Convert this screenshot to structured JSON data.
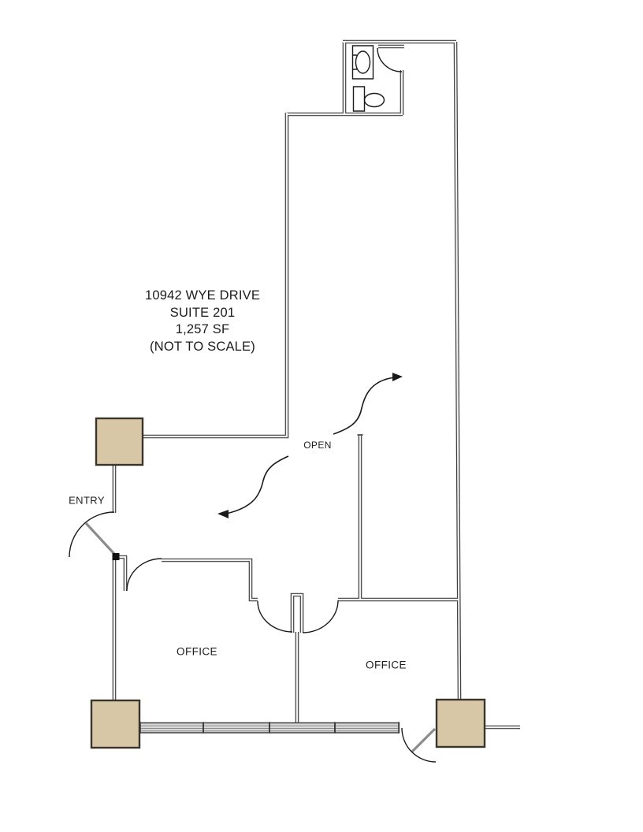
{
  "plan": {
    "title_lines": [
      "10942 WYE DRIVE",
      "SUITE 201",
      "1,257 SF",
      "(NOT TO SCALE)"
    ],
    "labels": {
      "open": "OPEN",
      "entry": "ENTRY",
      "office_left": "OFFICE",
      "office_right": "OFFICE"
    },
    "colors": {
      "background": "#ffffff",
      "wall": "#3f3f3f",
      "wall_core": "#f0f0f0",
      "gray_line": "#8c8c8c",
      "thin_line": "#1a1a1a",
      "column_fill": "#d7c7a7",
      "column_border": "#39352b",
      "band_fill": "#d9d9d9",
      "band_line": "#8a8a8a",
      "text": "#1c1c1c",
      "hinge": "#101010"
    }
  }
}
